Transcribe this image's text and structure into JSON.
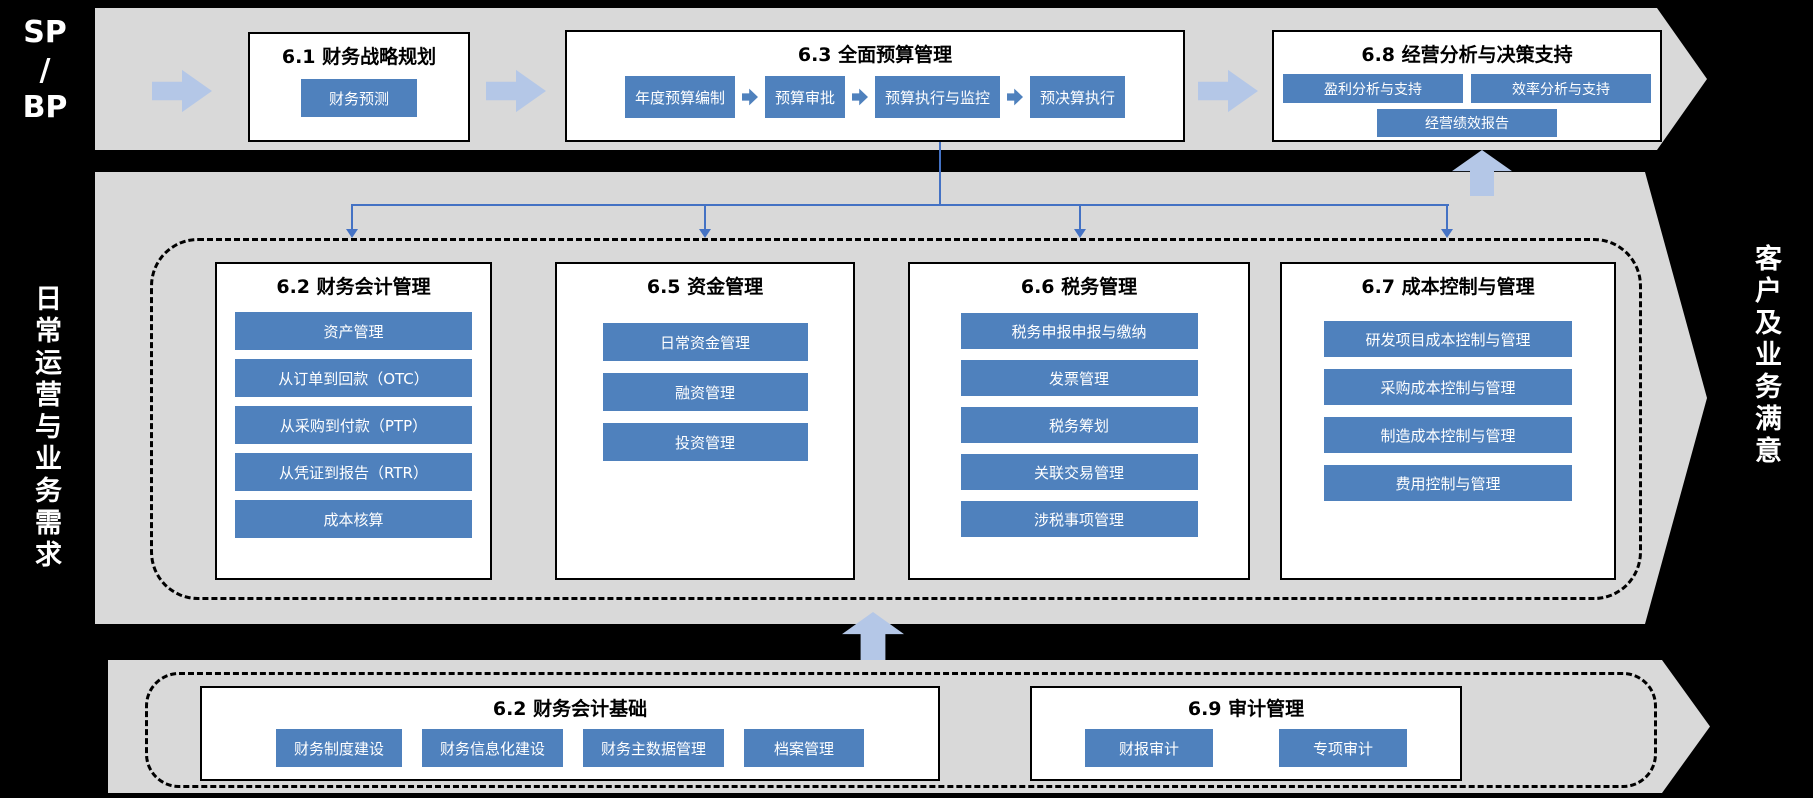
{
  "rails": {
    "sp_bp": "SP\n/\nBP",
    "left_label": "日常运营与业务需求",
    "right_label": "客户及业务满意"
  },
  "top": {
    "b61": {
      "title": "6.1 财务战略规划",
      "item": "财务预测"
    },
    "b63": {
      "title": "6.3 全面预算管理",
      "steps": [
        "年度预算编制",
        "预算审批",
        "预算执行与监控",
        "预决算执行"
      ]
    },
    "b68": {
      "title": "6.8 经营分析与决策支持",
      "items": [
        "盈利分析与支持",
        "效率分析与支持",
        "经营绩效报告"
      ]
    }
  },
  "middle": {
    "b62": {
      "title": "6.2 财务会计管理",
      "items": [
        "资产管理",
        "从订单到回款（OTC）",
        "从采购到付款（PTP）",
        "从凭证到报告（RTR）",
        "成本核算"
      ]
    },
    "b65": {
      "title": "6.5 资金管理",
      "items": [
        "日常资金管理",
        "融资管理",
        "投资管理"
      ]
    },
    "b66": {
      "title": "6.6 税务管理",
      "items": [
        "税务申报申报与缴纳",
        "发票管理",
        "税务筹划",
        "关联交易管理",
        "涉税事项管理"
      ]
    },
    "b67": {
      "title": "6.7 成本控制与管理",
      "items": [
        "研发项目成本控制与管理",
        "采购成本控制与管理",
        "制造成本控制与管理",
        "费用控制与管理"
      ]
    }
  },
  "bottom": {
    "b64": {
      "title": "6.2 财务会计基础",
      "items": [
        "财务制度建设",
        "财务信息化建设",
        "财务主数据管理",
        "档案管理"
      ]
    },
    "b69": {
      "title": "6.9 审计管理",
      "items": [
        "财报审计",
        "专项审计"
      ]
    }
  },
  "colors": {
    "button_blue": "#4f81bd",
    "arrow_blue": "#b4c7e7",
    "band_gray": "#d9d9d9",
    "connector_blue": "#4472c4"
  }
}
